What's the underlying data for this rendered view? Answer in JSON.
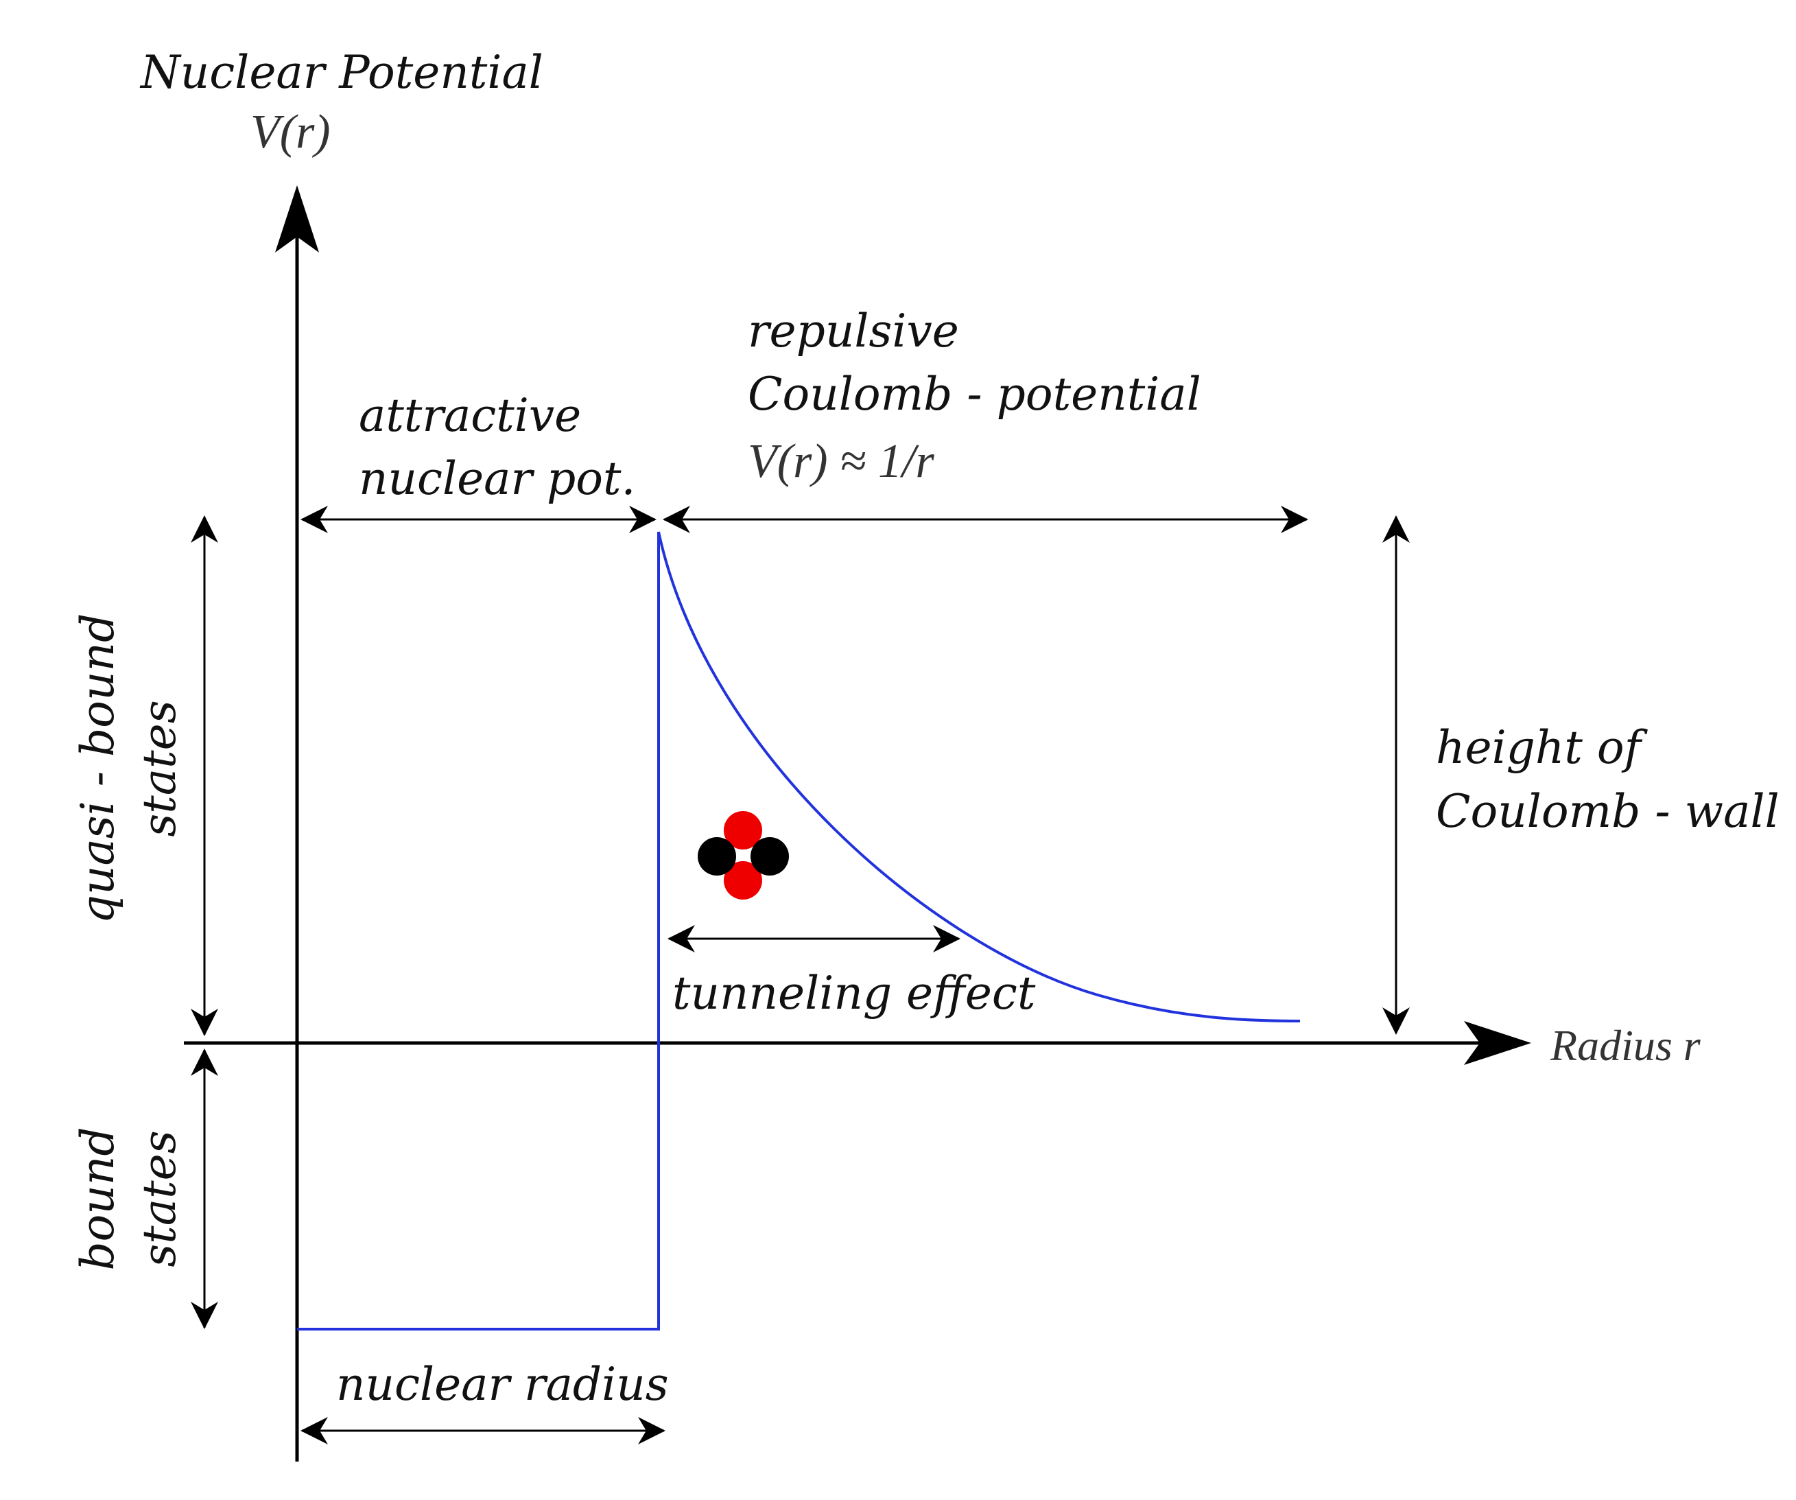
{
  "labels": {
    "y_axis_title": "Nuclear Potential",
    "y_axis_symbol": "V(r)",
    "x_axis_label": "Radius r",
    "attractive_line1": "attractive",
    "attractive_line2": "nuclear pot.",
    "repulsive_line1": "repulsive",
    "repulsive_line2": "Coulomb - potential",
    "repulsive_formula": "V(r) ≈ 1/r",
    "height_line1": "height of",
    "height_line2": "Coulomb - wall",
    "tunneling": "tunneling effect",
    "nuclear_radius": "nuclear radius",
    "quasi_line1": "quasi - bound",
    "quasi_line2": "states",
    "bound_line1": "bound",
    "bound_line2": "states"
  },
  "colors": {
    "potential": "#2233dd",
    "axis": "#000000",
    "proton": "#ee0000",
    "neutron": "#000000"
  },
  "icons": {
    "alpha_particle": "alpha-particle-icon"
  }
}
